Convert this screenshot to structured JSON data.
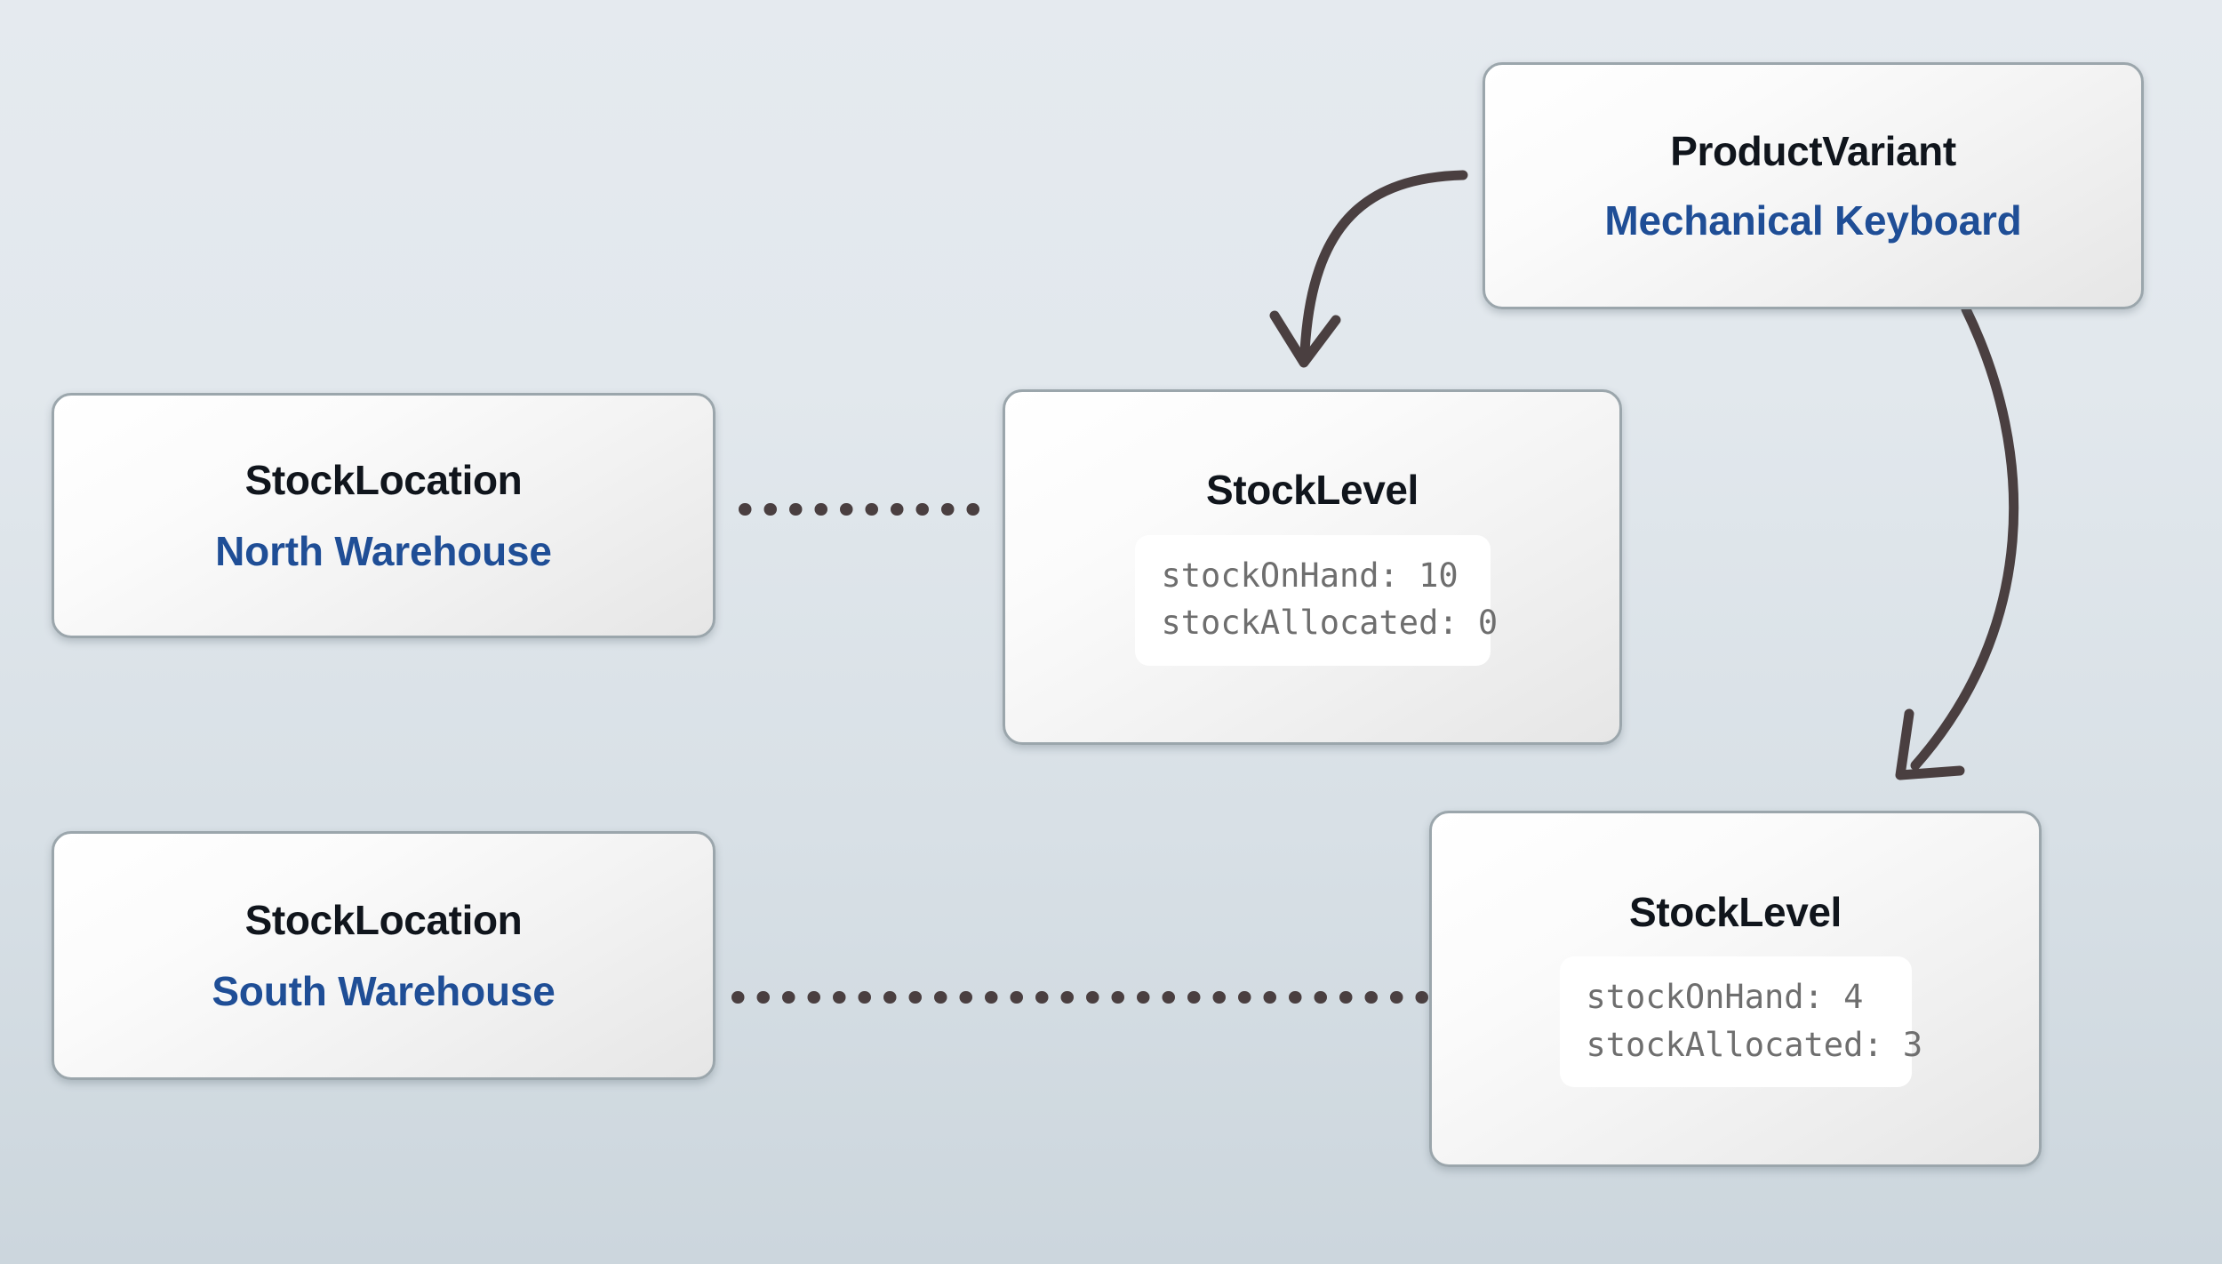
{
  "diagram": {
    "type": "entity-relationship",
    "background_top_color": "#e5eaef",
    "background_bottom_color": "#ccd6dd",
    "node_border_color": "#9ba6ac",
    "title_color": "#10151c",
    "subtitle_color": "#1f4e96",
    "property_text_color": "#6e6e6e",
    "connector_color": "#4a3f40"
  },
  "nodes": {
    "product_variant": {
      "title": "ProductVariant",
      "subtitle": "Mechanical Keyboard"
    },
    "location_north": {
      "title": "StockLocation",
      "subtitle": "North Warehouse"
    },
    "location_south": {
      "title": "StockLocation",
      "subtitle": "South Warehouse"
    },
    "level_north": {
      "title": "StockLevel",
      "properties": [
        {
          "key": "stockOnHand",
          "value": "10",
          "text": "stockOnHand: 10"
        },
        {
          "key": "stockAllocated",
          "value": "0",
          "text": "stockAllocated: 0"
        }
      ]
    },
    "level_south": {
      "title": "StockLevel",
      "properties": [
        {
          "key": "stockOnHand",
          "value": "4",
          "text": "stockOnHand: 4"
        },
        {
          "key": "stockAllocated",
          "value": "3",
          "text": "stockAllocated: 3"
        }
      ]
    }
  },
  "edges": [
    {
      "name": "product-variant-to-level-north",
      "style": "curved-arrow",
      "from": "product_variant",
      "to": "level_north"
    },
    {
      "name": "product-variant-to-level-south",
      "style": "curved-arrow",
      "from": "product_variant",
      "to": "level_south"
    },
    {
      "name": "location-north-to-level-north",
      "style": "dotted",
      "from": "location_north",
      "to": "level_north"
    },
    {
      "name": "location-south-to-level-south",
      "style": "dotted",
      "from": "location_south",
      "to": "level_south"
    }
  ]
}
